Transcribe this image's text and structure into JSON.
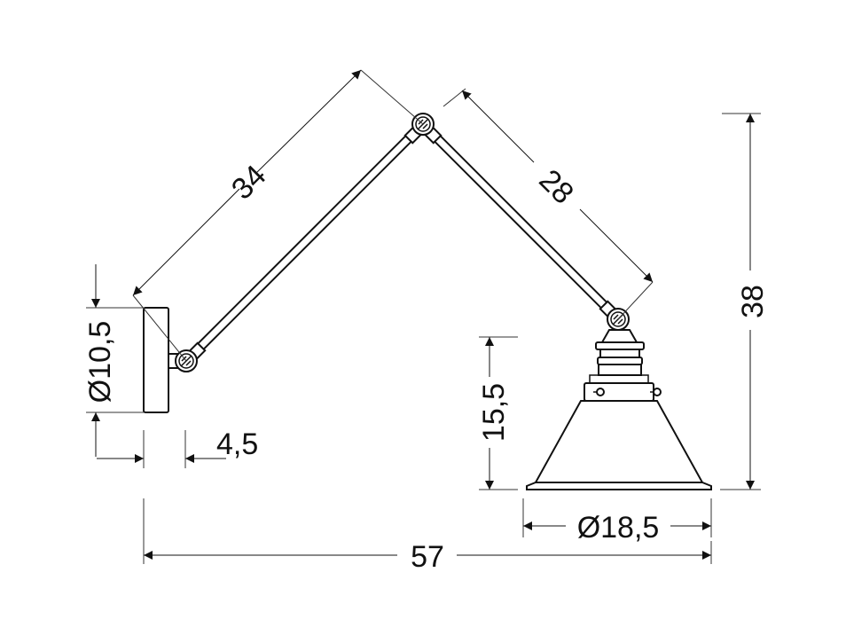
{
  "dimensions": {
    "arm_upper_length": "34",
    "arm_lower_length": "28",
    "total_height": "38",
    "base_diameter": "Ø10,5",
    "base_depth": "4,5",
    "shade_height": "15,5",
    "shade_diameter": "Ø18,5",
    "total_reach": "57"
  }
}
